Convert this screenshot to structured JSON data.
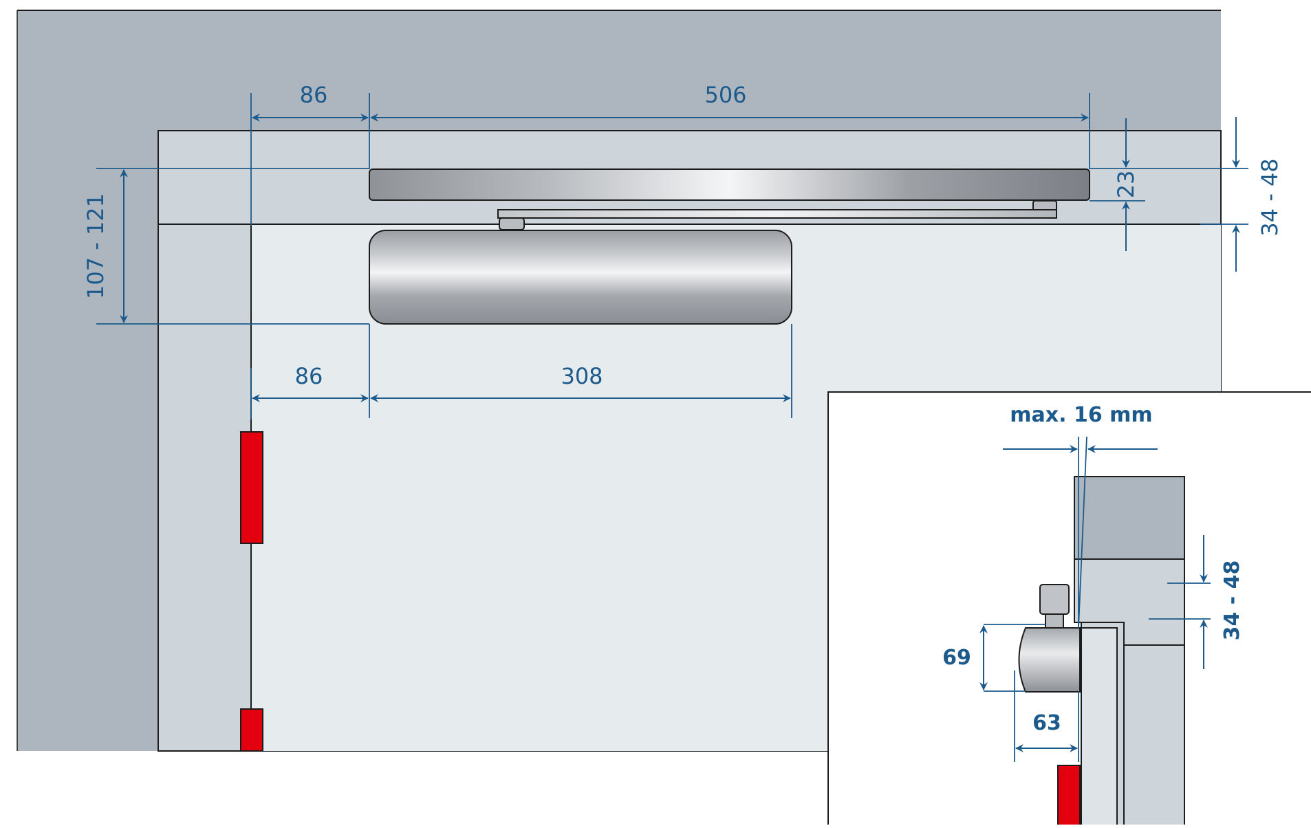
{
  "dimensions": {
    "top_left_offset": "86",
    "rail_length": "506",
    "rail_height": "23",
    "rail_mount_range": "34 - 48",
    "mount_height_range": "107 - 121",
    "body_left_offset": "86",
    "body_length": "308"
  },
  "inset": {
    "max_gap_label": "max. 16 mm",
    "mount_range": "34 - 48",
    "body_height": "69",
    "body_depth": "63"
  },
  "colors": {
    "wall": "#adb6bf",
    "frame": "#cdd5da",
    "door": "#e6ebee",
    "dimension": "#1d5a8c",
    "hinge": "#e3000f",
    "outline": "#1c1c1c"
  }
}
